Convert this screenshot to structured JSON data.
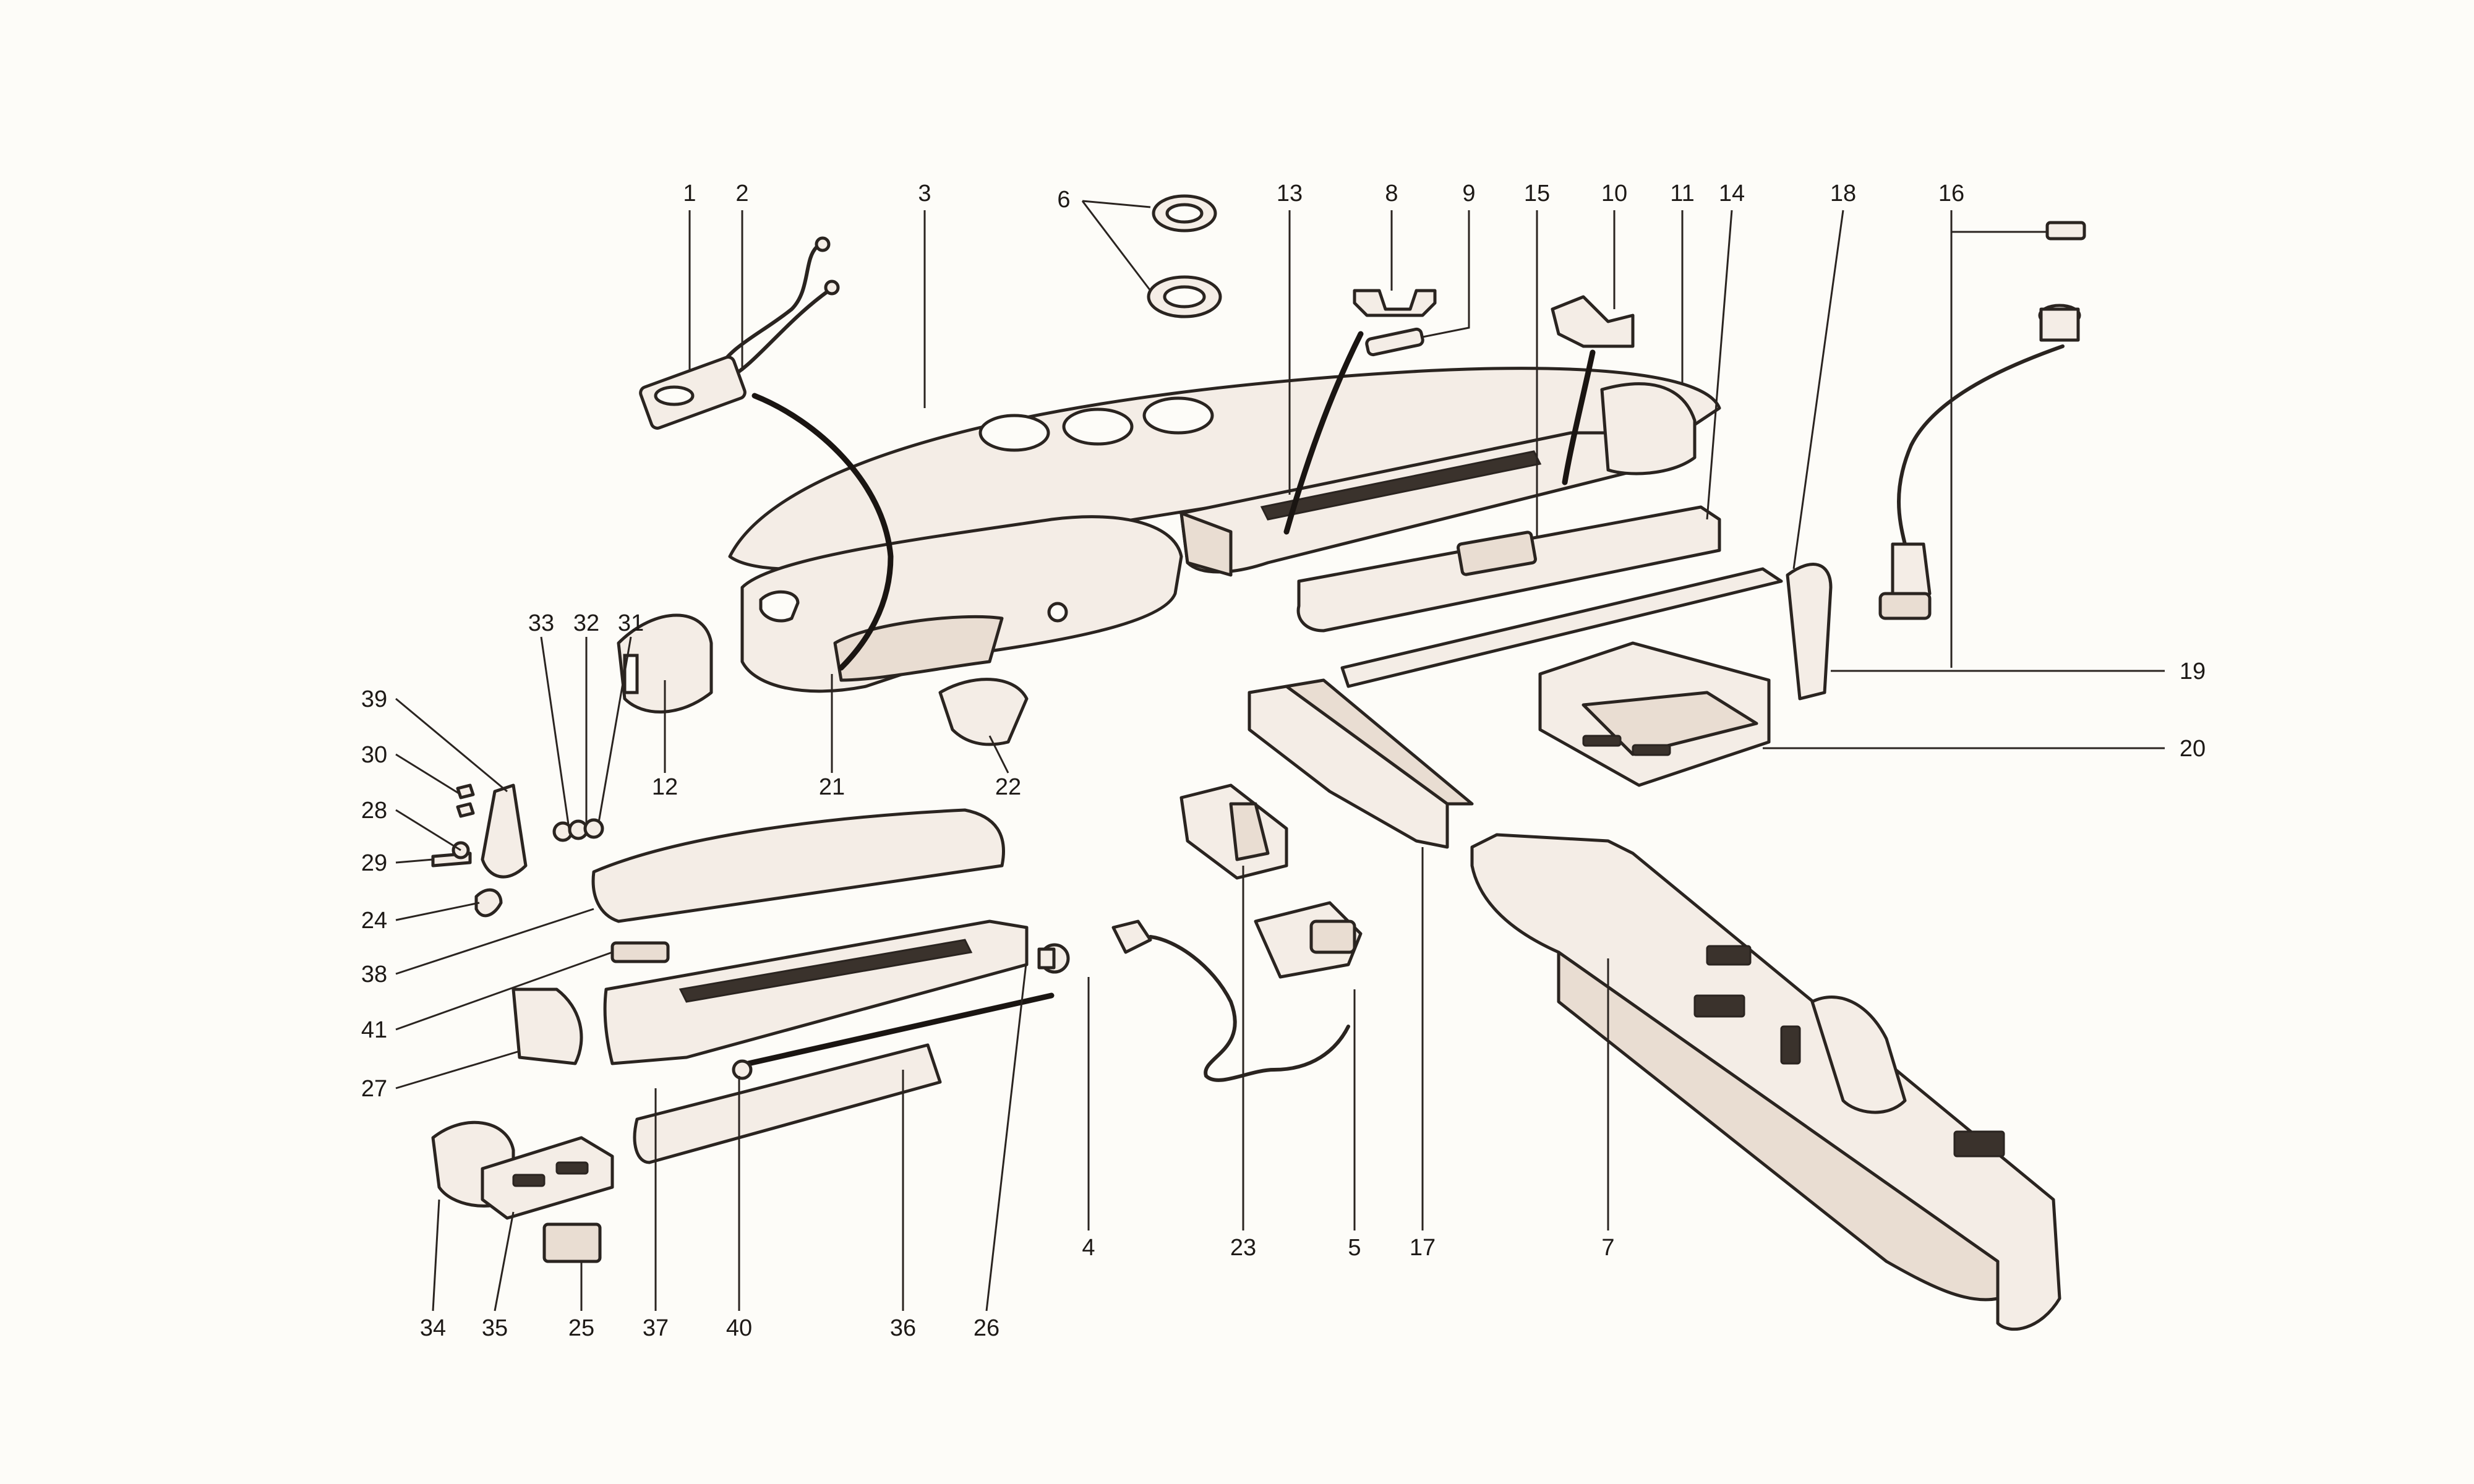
{
  "diagram": {
    "colors": {
      "ink": "#2a2420",
      "paper": "#fdfcf8",
      "part_fill": "#f4ede6"
    },
    "callouts": {
      "c1": "1",
      "c2": "2",
      "c3": "3",
      "c4": "4",
      "c5": "5",
      "c6": "6",
      "c7": "7",
      "c8": "8",
      "c9": "9",
      "c10": "10",
      "c11": "11",
      "c12": "12",
      "c13": "13",
      "c14": "14",
      "c15": "15",
      "c16": "16",
      "c17": "17",
      "c18": "18",
      "c19": "19",
      "c20": "20",
      "c21": "21",
      "c22": "22",
      "c23": "23",
      "c24": "24",
      "c25": "25",
      "c26": "26",
      "c27": "27",
      "c28": "28",
      "c29": "29",
      "c30": "30",
      "c31": "31",
      "c32": "32",
      "c33": "33",
      "c34": "34",
      "c35": "35",
      "c36": "36",
      "c37": "37",
      "c38": "38",
      "c39": "39",
      "c40": "40",
      "c41": "41"
    }
  }
}
